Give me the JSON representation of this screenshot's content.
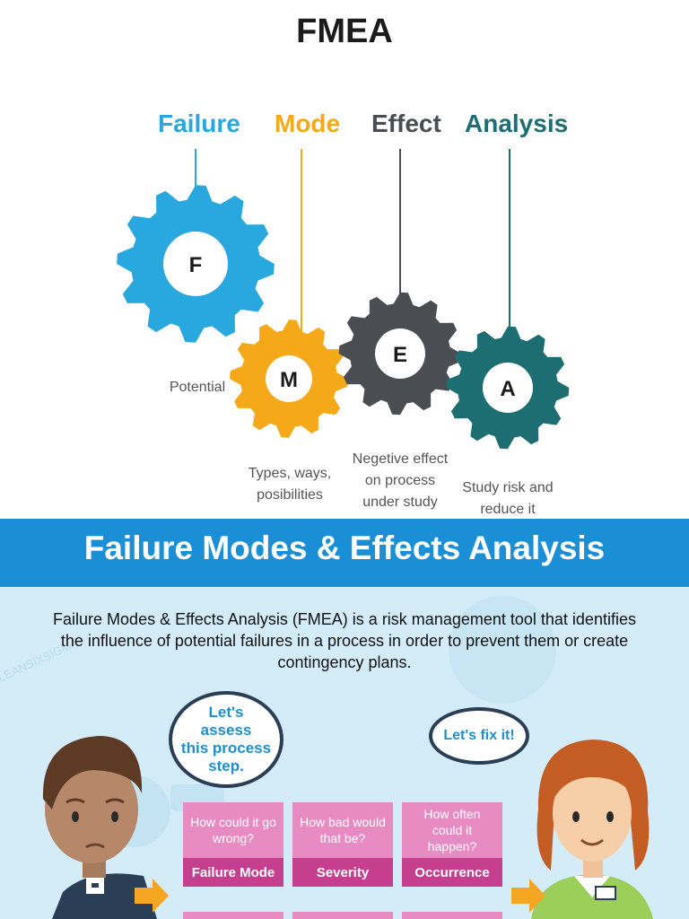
{
  "top": {
    "title": "FMEA",
    "words": [
      {
        "text": "Failure",
        "color": "#29a8e0"
      },
      {
        "text": "Mode",
        "color": "#f6a918"
      },
      {
        "text": "Effect",
        "color": "#4a4d51"
      },
      {
        "text": "Analysis",
        "color": "#1c6e72"
      }
    ],
    "gears": [
      {
        "letter": "F",
        "color": "#29a8e0"
      },
      {
        "letter": "M",
        "color": "#f6a918"
      },
      {
        "letter": "E",
        "color": "#4a4d51"
      },
      {
        "letter": "A",
        "color": "#1c6e72"
      }
    ],
    "notes": {
      "potential": "Potential",
      "mode_line1": "Types, ways,",
      "mode_line2": "posibilities",
      "effect_line1": "Negetive effect",
      "effect_line2": "on process",
      "effect_line3": "under study",
      "analysis_line1": "Study risk and",
      "analysis_line2": "reduce it"
    }
  },
  "banner": {
    "title": "Failure Modes & Effects Analysis",
    "color": "#1a8fd6"
  },
  "bottom": {
    "description_line1": "Failure Modes & Effects Analysis (FMEA) is a risk management tool that identifies",
    "description_line2": "the influence of potential failures in a process in order to prevent them or create",
    "description_line3": "contingency plans.",
    "bubble_left": [
      "Let's",
      "assess",
      "this process",
      "step."
    ],
    "bubble_right": "Let's fix it!",
    "cards": [
      {
        "question": "How could it go wrong?",
        "label": "Failure Mode"
      },
      {
        "question": "How bad would that be?",
        "label": "Severity"
      },
      {
        "question": "How often could it happen?",
        "label": "Occurrence"
      }
    ]
  }
}
